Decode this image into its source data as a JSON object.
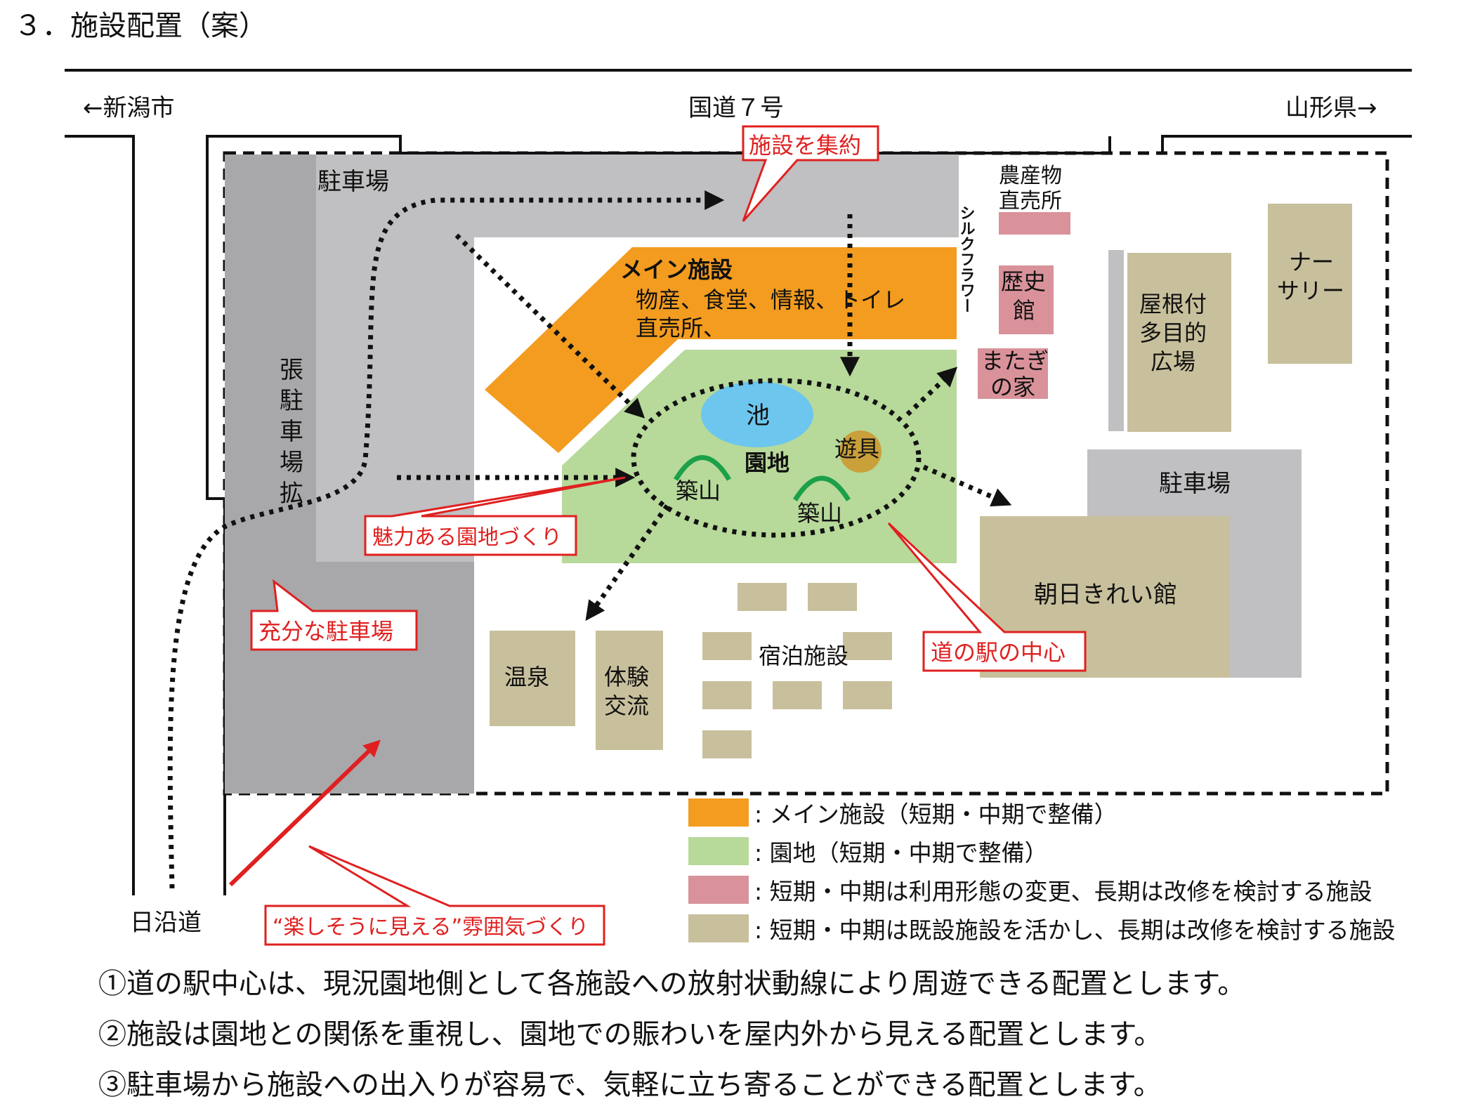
{
  "title": "３．施設配置（案）",
  "roads": {
    "left": "←新潟市",
    "center": "国道７号",
    "right": "山形県→",
    "bottom": "日沿道"
  },
  "areas": {
    "parking_top": "駐車場",
    "parking_ext": [
      "張",
      "駐",
      "車",
      "場",
      "拡"
    ],
    "main_facility_title": "メイン施設",
    "main_facility_items": [
      "物産、食堂、情報、トイレ",
      "直売所、"
    ],
    "park": "園地",
    "pond": "池",
    "play": "遊具",
    "hill": "築山",
    "farm_shop": [
      "農産物",
      "直売所"
    ],
    "silk_flower": "シルクフラワー",
    "history": [
      "歴史",
      "館"
    ],
    "matagi": [
      "またぎ",
      "の家"
    ],
    "roofed_plaza": [
      "屋根付",
      "多目的",
      "広場"
    ],
    "nursery": [
      "ナー",
      "サリー"
    ],
    "parking_right": "駐車場",
    "asahi_kirei": "朝日きれい館",
    "onsen": "温泉",
    "taiken": [
      "体験",
      "交流"
    ],
    "lodging": "宿泊施設"
  },
  "callouts": {
    "consolidate": "施設を集約",
    "attractive_park": "魅力ある園地づくり",
    "enough_parking": "充分な駐車場",
    "center": "道の駅の中心",
    "fun_atmosphere": "“楽しそうに見える”雰囲気づくり"
  },
  "legend": [
    {
      "label": ": メイン施設（短期・中期で整備）",
      "color": "#f39c1f"
    },
    {
      "label": ": 園地（短期・中期で整備）",
      "color": "#b7d99a"
    },
    {
      "label": ": 短期・中期は利用形態の変更、長期は改修を検討する施設",
      "color": "#d9929a"
    },
    {
      "label": ": 短期・中期は既設施設を活かし、長期は改修を検討する施設",
      "color": "#c8c09c"
    }
  ],
  "notes": [
    "①道の駅中心は、現況園地側として各施設への放射状動線により周遊できる配置とします。",
    "②施設は園地との関係を重視し、園地での賑わいを屋内外から見える配置とします。",
    "③駐車場から施設への出入りが容易で、気軽に立ち寄ることができる配置とします。"
  ],
  "colors": {
    "parking_dark": "#a8a8aa",
    "parking_light": "#c0bfc1",
    "main": "#f39c1f",
    "park": "#b7d99a",
    "pink": "#d9929a",
    "tan": "#c8c09c",
    "pond": "#6cc6ee",
    "play": "#c9a03a",
    "hill": "#1ca04a",
    "callout_red": "#e02020"
  }
}
